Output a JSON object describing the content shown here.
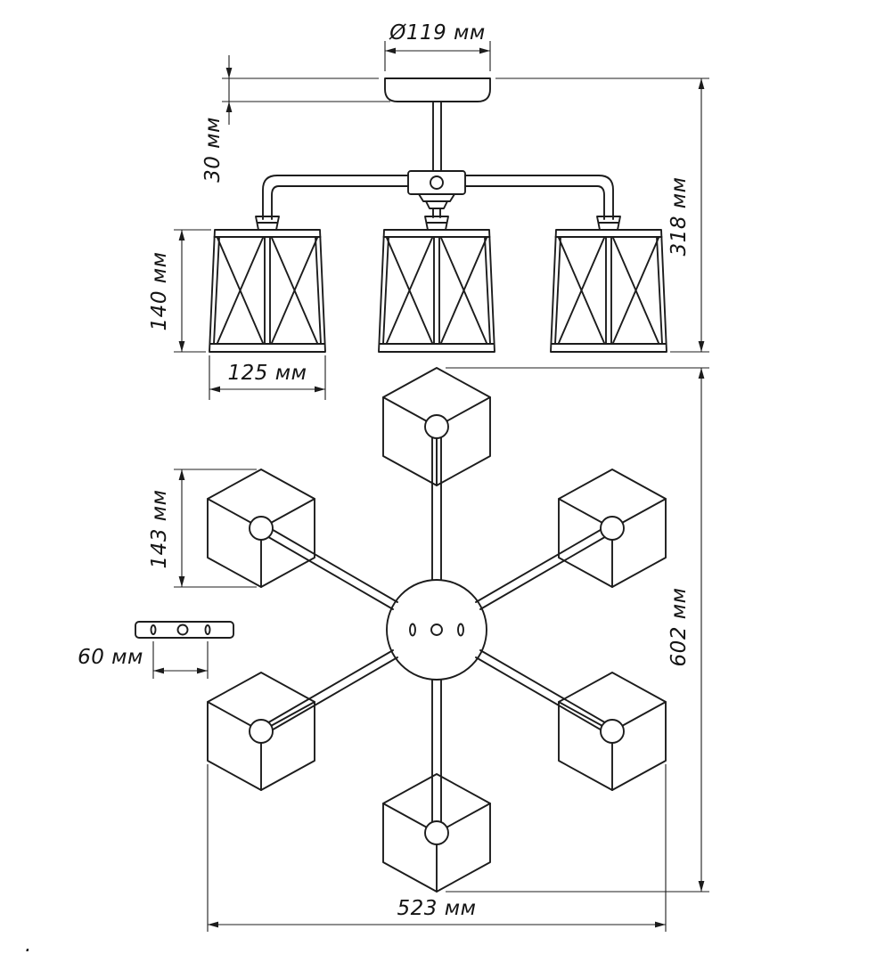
{
  "drawing": {
    "background": "#ffffff",
    "line_color": "#1c1c1c",
    "units": "мм",
    "dimensions": {
      "canopy_diameter": "Ø119 мм",
      "canopy_height": "30 мм",
      "fixture_height": "318 мм",
      "shade_height": "140 мм",
      "shade_width": "125 мм",
      "shade_plan_size": "143 мм",
      "bracket_hole_spacing": "60 мм",
      "plan_overall_height": "602 мм",
      "plan_overall_width": "523 мм"
    },
    "stray_mark": "."
  }
}
